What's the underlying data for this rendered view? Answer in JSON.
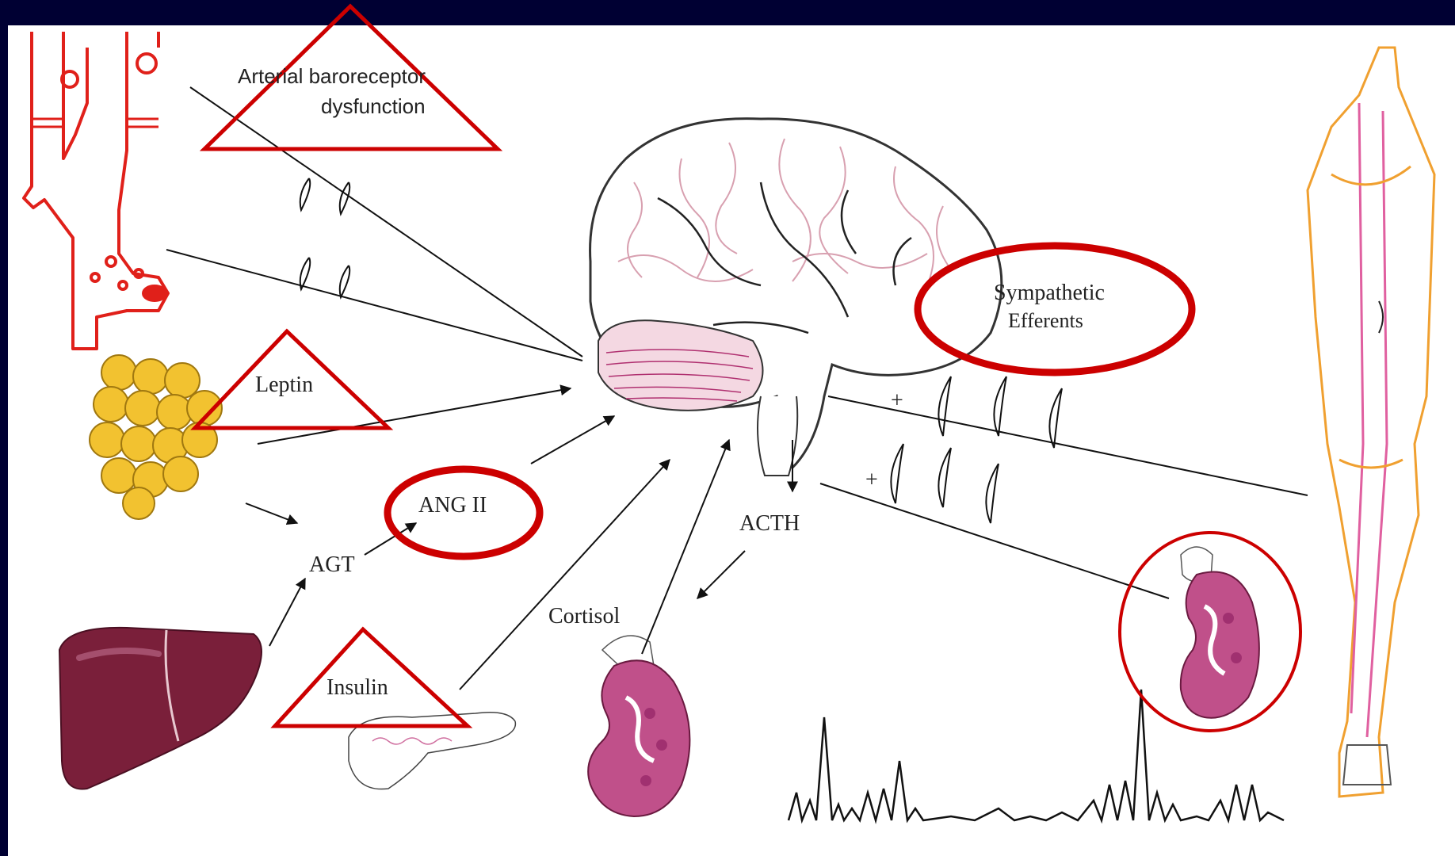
{
  "labels": {
    "baroreceptor_line1": "Arterial baroreceptor",
    "baroreceptor_line2": "dysfunction",
    "leptin": "Leptin",
    "ang2": "ANG II",
    "agt": "AGT",
    "insulin": "Insulin",
    "cortisol": "Cortisol",
    "acth": "ACTH",
    "sympathetic_line1": "Sympathetic",
    "sympathetic_line2": "Efferents",
    "plus_upper": "+",
    "plus_lower": "+"
  },
  "colors": {
    "frame": "#000033",
    "panel": "#ffffff",
    "highlight": "#cc0000",
    "vessel": "#e0201a",
    "fat": "#f2c230",
    "liver": "#7a1f3a",
    "kidney": "#c0508a",
    "nerve_orange": "#f0a030",
    "nerve_pink": "#e060a0",
    "brain_outline": "#333333",
    "brain_vessel": "#d8a0b0"
  },
  "icons": [
    "artery-icon",
    "fat-cells-icon",
    "liver-icon",
    "pancreas-icon",
    "brain-icon",
    "adrenal-kidney-icon",
    "kidney-icon",
    "leg-nerves-icon",
    "nerve-trace-icon"
  ]
}
